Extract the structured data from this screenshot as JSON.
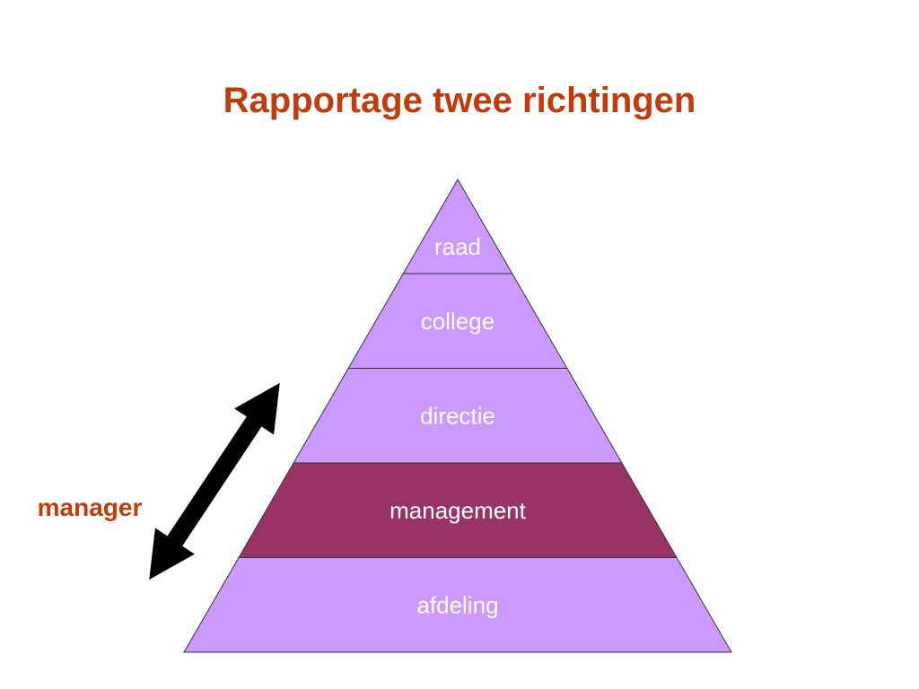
{
  "title": "Rapportage twee richtingen",
  "pyramid": {
    "levels": [
      {
        "label": "raad",
        "highlighted": false
      },
      {
        "label": "college",
        "highlighted": false
      },
      {
        "label": "directie",
        "highlighted": false
      },
      {
        "label": "management",
        "highlighted": true
      },
      {
        "label": "afdeling",
        "highlighted": false
      }
    ]
  },
  "side_label": "manager",
  "colors": {
    "accent": "#c23b0b",
    "level_fill": "#cc99ff",
    "highlight_fill": "#993366",
    "outline": "#333333",
    "label_text": "#ffffff",
    "arrow": "#000000"
  }
}
